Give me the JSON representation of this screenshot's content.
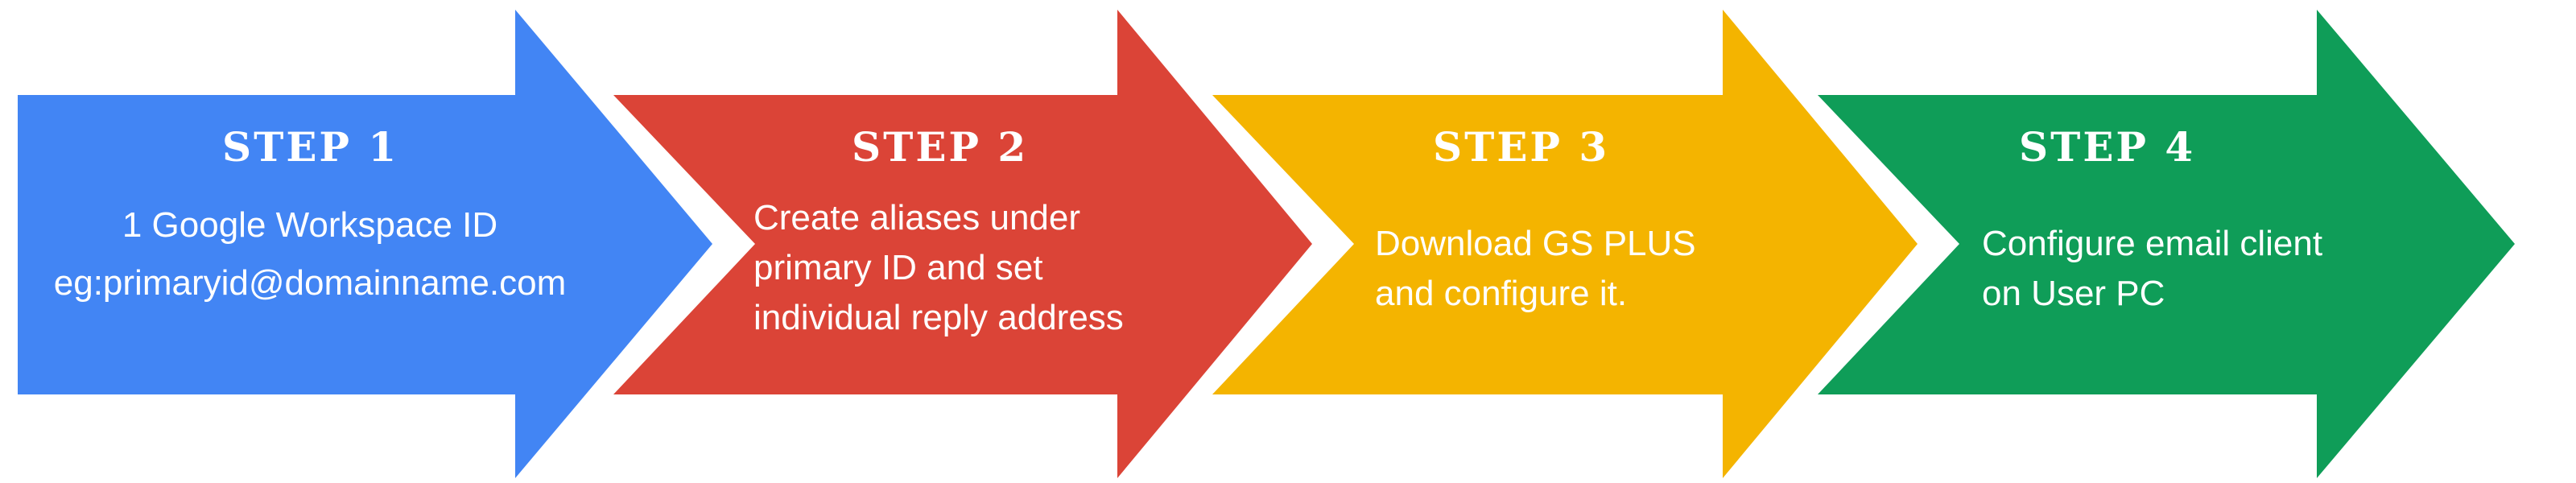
{
  "colors": {
    "step1": "#4285F4",
    "step2": "#DB4437",
    "step3": "#F4B400",
    "step4": "#0F9D58",
    "text": "#FFFFFF"
  },
  "steps": [
    {
      "title": "STEP 1",
      "lines": [
        "1 Google Workspace ID",
        "eg:primaryid@domainname.com"
      ]
    },
    {
      "title": "STEP 2",
      "lines": [
        "Create aliases under",
        "primary ID and set",
        "individual reply address"
      ]
    },
    {
      "title": "STEP 3",
      "lines": [
        "Download GS PLUS",
        "and configure it."
      ]
    },
    {
      "title": "STEP 4",
      "lines": [
        "Configure email client",
        "on User PC"
      ]
    }
  ]
}
